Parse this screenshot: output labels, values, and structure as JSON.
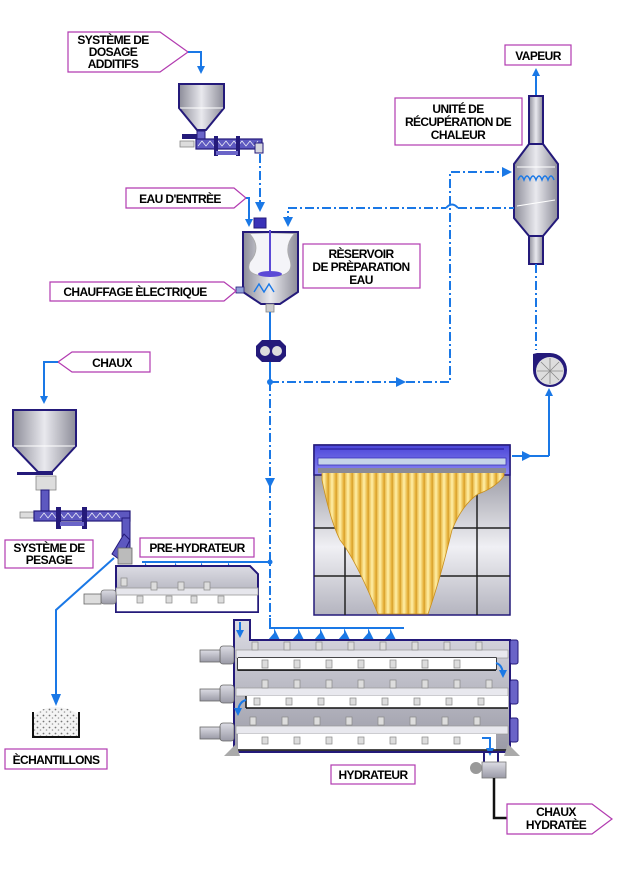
{
  "diagram": {
    "type": "process-flow",
    "language": "fr",
    "labels": {
      "dosage_additifs": [
        "SYSTÈME DE",
        "DOSAGE",
        "ADDITIFS"
      ],
      "vapeur": "VAPEUR",
      "recuperation_chaleur": [
        "UNITÉ DE",
        "RÉCUPÉRATION DE",
        "CHALEUR"
      ],
      "eau_entree": "EAU D'ENTRÈE",
      "reservoir": [
        "RÈSERVOIR",
        "DE PRÈPARATION",
        "EAU"
      ],
      "chauffage": "CHAUFFAGE ÈLECTRIQUE",
      "chaux": "CHAUX",
      "pesage": [
        "SYSTÈME DE",
        "PESAGE"
      ],
      "pre_hydrateur": "PRE-HYDRATEUR",
      "echantillons": "ÈCHANTILLONS",
      "hydrateur": "HYDRATEUR",
      "chaux_hydratee": [
        "CHAUX",
        "HYDRATÈE"
      ]
    },
    "colors": {
      "flow_line": "#1a78e6",
      "label_border": "#b23bb0",
      "equipment_outline": "#241a7a",
      "filter_bags": "#f2c94c",
      "equipment_fill": "#b9b9c4"
    }
  }
}
